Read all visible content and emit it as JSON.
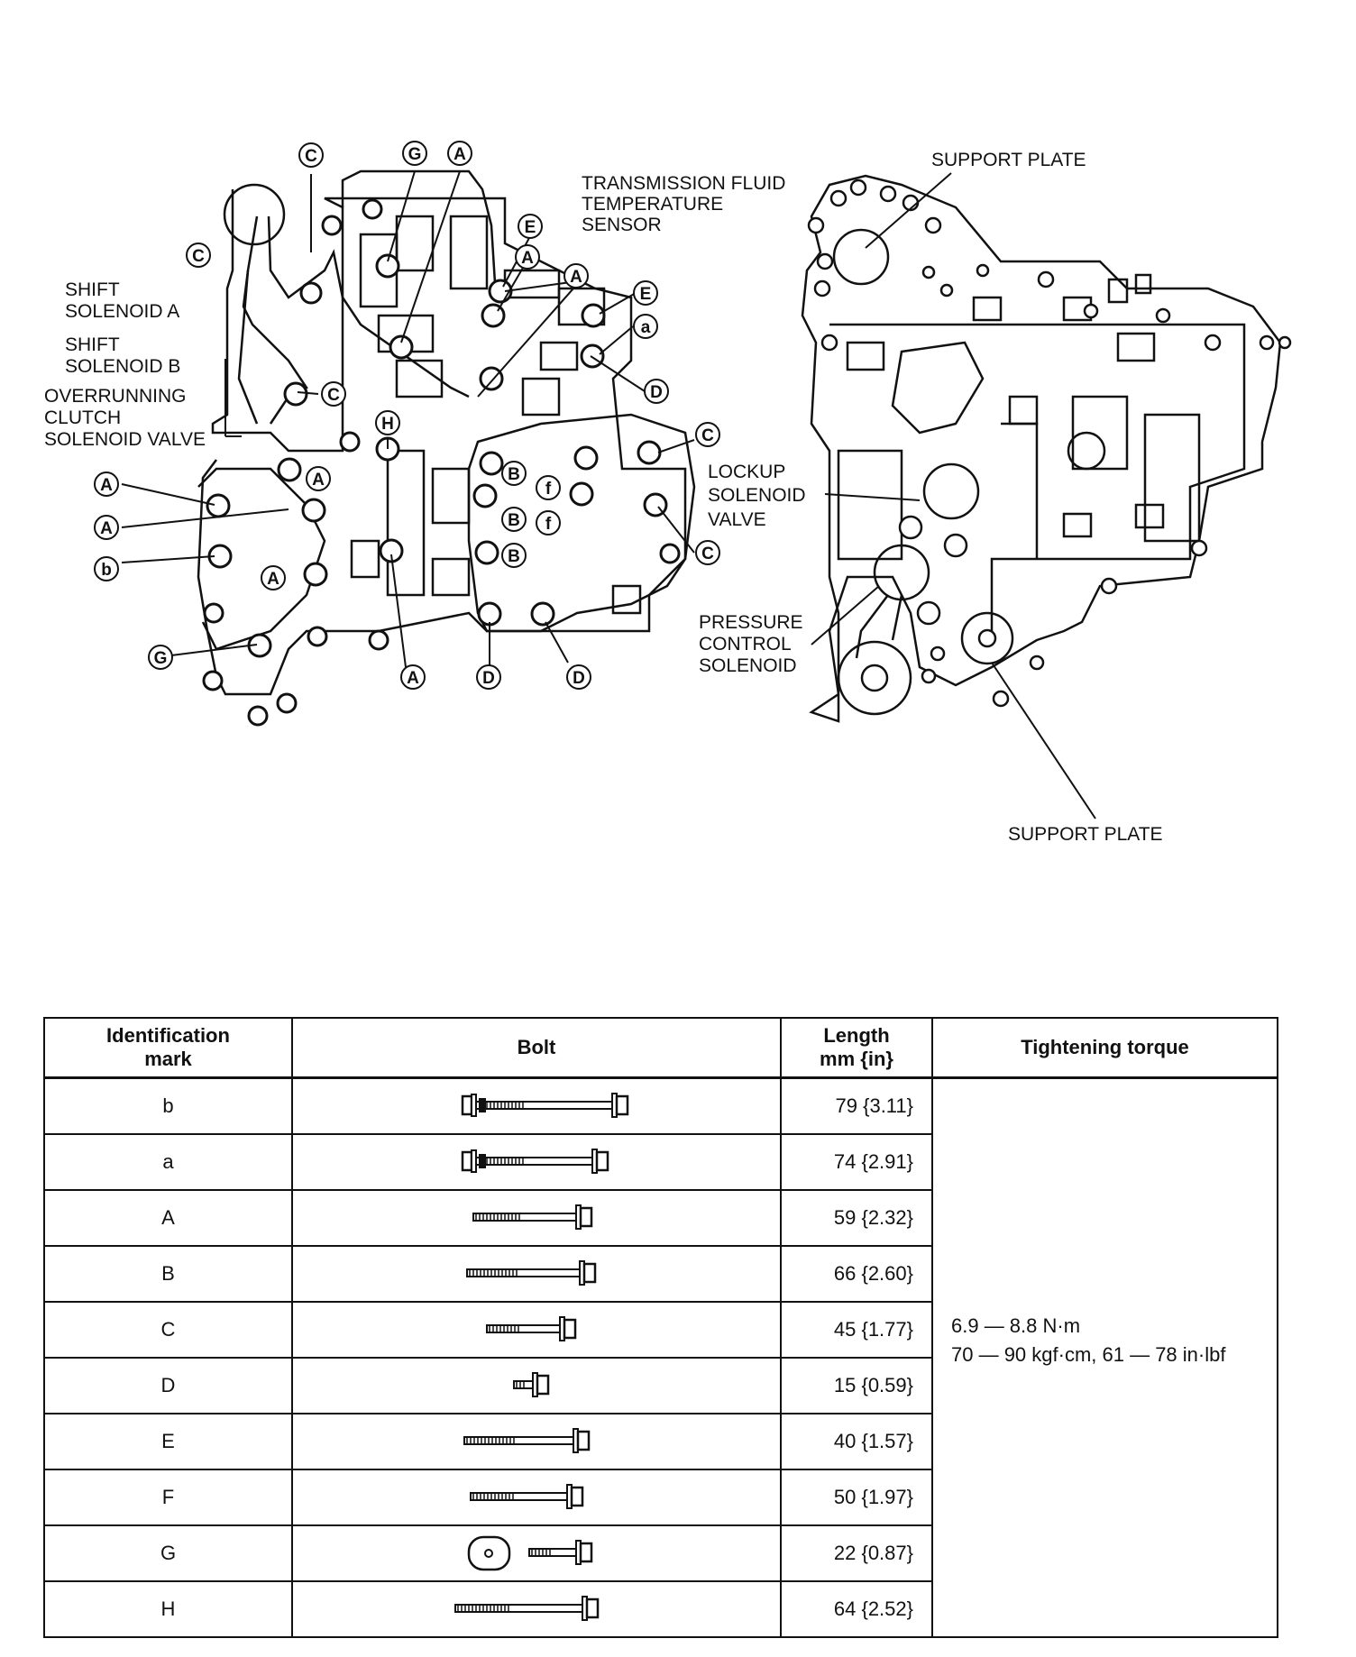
{
  "diagram": {
    "labels": {
      "tft_sensor": [
        "TRANSMISSION FLUID",
        "TEMPERATURE",
        "SENSOR"
      ],
      "shift_solenoid_a": [
        "SHIFT",
        "SOLENOID A"
      ],
      "shift_solenoid_b": [
        "SHIFT",
        "SOLENOID B"
      ],
      "overrunning": [
        "OVERRUNNING",
        "CLUTCH",
        "SOLENOID VALVE"
      ],
      "support_plate_top": "SUPPORT PLATE",
      "support_plate_bottom": "SUPPORT PLATE",
      "lockup": [
        "LOCKUP",
        "SOLENOID",
        "VALVE"
      ],
      "pressure": [
        "PRESSURE",
        "CONTROL",
        "SOLENOID"
      ]
    },
    "marks": {
      "c_top": "C",
      "g_top": "G",
      "a_top": "A",
      "c_left": "C",
      "e1": "E",
      "a_r1": "A",
      "a_r2": "A",
      "e2": "E",
      "a_lower": "a",
      "d1": "D",
      "c_mid": "C",
      "h": "H",
      "a_mid": "A",
      "a_l1": "A",
      "a_l2": "A",
      "b_small": "b",
      "a_l3": "A",
      "g_bottom": "G",
      "b1": "B",
      "b2": "B",
      "b3": "B",
      "f1": "f",
      "f2": "f",
      "c_r1": "C",
      "c_r2": "C",
      "a_bottom": "A",
      "d_bottom1": "D",
      "d_bottom2": "D"
    }
  },
  "table": {
    "headers": {
      "mark": [
        "Identification",
        "mark"
      ],
      "bolt": "Bolt",
      "length": [
        "Length",
        "mm {in}"
      ],
      "torque": "Tightening torque"
    },
    "rows": [
      {
        "mark": "b",
        "length": "79 {3.11}",
        "bolt_icon": "long-bolt-with-collar-icon"
      },
      {
        "mark": "a",
        "length": "74 {2.91}",
        "bolt_icon": "long-bolt-with-collar-icon"
      },
      {
        "mark": "A",
        "length": "59 {2.32}",
        "bolt_icon": "flange-bolt-icon"
      },
      {
        "mark": "B",
        "length": "66 {2.60}",
        "bolt_icon": "flange-bolt-icon"
      },
      {
        "mark": "C",
        "length": "45 {1.77}",
        "bolt_icon": "flange-bolt-icon"
      },
      {
        "mark": "D",
        "length": "15 {0.59}",
        "bolt_icon": "short-flange-bolt-icon"
      },
      {
        "mark": "E",
        "length": "40 {1.57}",
        "bolt_icon": "flange-bolt-icon"
      },
      {
        "mark": "F",
        "length": "50 {1.97}",
        "bolt_icon": "flange-bolt-icon"
      },
      {
        "mark": "G",
        "length": "22 {0.87}",
        "bolt_icon": "bolt-with-washer-icon"
      },
      {
        "mark": "H",
        "length": "64 {2.52}",
        "bolt_icon": "flange-bolt-icon"
      }
    ],
    "torque": {
      "line1": "6.9 — 8.8 N·m",
      "line2": "70 — 90 kgf·cm, 61 — 78 in·lbf"
    }
  }
}
